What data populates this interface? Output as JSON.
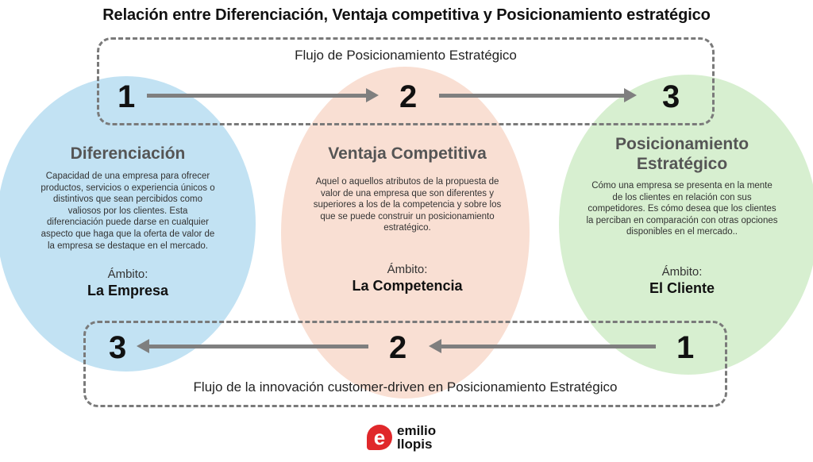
{
  "title": "Relación entre Diferenciación, Ventaja competitiva y Posicionamiento estratégico",
  "top_flow": {
    "label": "Flujo de Posicionamiento Estratégico",
    "steps": [
      "1",
      "2",
      "3"
    ],
    "direction": "left-to-right"
  },
  "bottom_flow": {
    "label": "Flujo de la innovación customer-driven en Posicionamiento Estratégico",
    "steps": [
      "3",
      "2",
      "1"
    ],
    "direction": "right-to-left"
  },
  "cards": [
    {
      "heading": "Diferenciación",
      "description": "Capacidad de una empresa para ofrecer productos, servicios o experiencia únicos o distintivos que sean percibidos como valiosos por los clientes. Esta diferenciación puede darse en cualquier aspecto que haga que la oferta de valor de la empresa se destaque en el mercado.",
      "scope_label": "Ámbito:",
      "scope_value": "La Empresa",
      "color": "#c2e2f3"
    },
    {
      "heading": "Ventaja Competitiva",
      "description": "Aquel o aquellos atributos de la propuesta de valor de una empresa que son diferentes y superiores a los de la competencia y sobre los que se puede construir un posicionamiento estratégico.",
      "scope_label": "Ámbito:",
      "scope_value": "La Competencia",
      "color": "#f9dfd3"
    },
    {
      "heading": "Posicionamiento Estratégico",
      "description": "Cómo una empresa se presenta en la mente de los clientes en relación con sus competidores. Es cómo desea que los clientes la perciban en comparación con otras opciones disponibles en el mercado..",
      "scope_label": "Ámbito:",
      "scope_value": "El Cliente",
      "color": "#d7efd0"
    }
  ],
  "logo": {
    "mark": "e",
    "line1": "emilio",
    "line2": "llopis",
    "color": "#e0282b"
  },
  "colors": {
    "arrow": "#7f7f7f",
    "dashed_border": "#7a7a7a",
    "heading_gray": "#555555"
  }
}
